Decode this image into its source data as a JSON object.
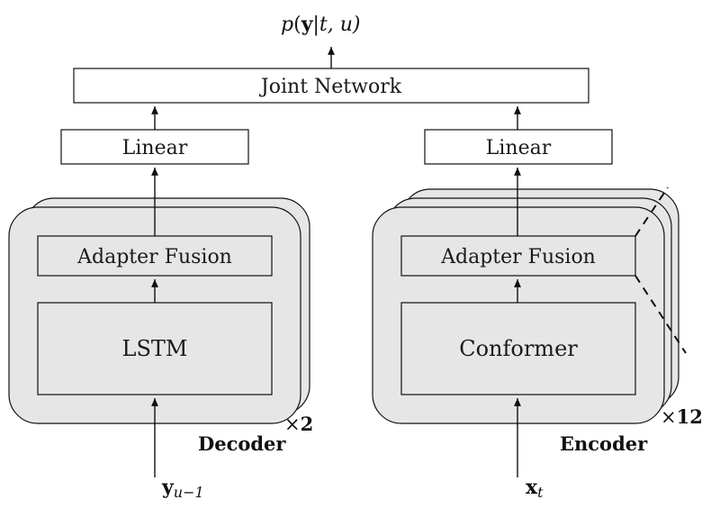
{
  "output_label": {
    "func": "p",
    "open": "(",
    "bold": "y",
    "rest": "|t, u)"
  },
  "joint_network": "Joint Network",
  "decoder": {
    "linear": "Linear",
    "adapter_fusion": "Adapter Fusion",
    "core": "LSTM",
    "label": "Decoder",
    "repeat_times": "×",
    "repeat_count": "2",
    "input_bold": "y",
    "input_sub": "u−1"
  },
  "encoder": {
    "linear": "Linear",
    "adapter_fusion": "Adapter Fusion",
    "core": "Conformer",
    "label": "Encoder",
    "repeat_times": "×",
    "repeat_count": "12",
    "input_bold": "x",
    "input_sub": "t"
  },
  "colors": {
    "block_fill": "#e6e6e6",
    "stroke": "#111111",
    "box_fill": "#ffffff"
  }
}
